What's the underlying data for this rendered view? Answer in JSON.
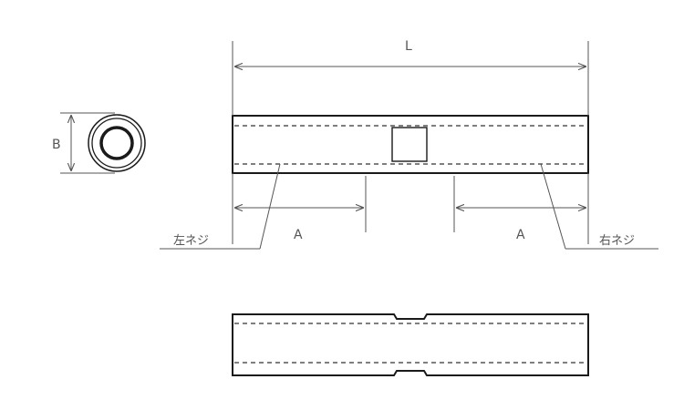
{
  "labels": {
    "length": "L",
    "diameter": "B",
    "thread_length_left": "A",
    "thread_length_right": "A",
    "left_thread": "左ネジ",
    "right_thread": "右ネジ"
  },
  "colors": {
    "outline": "#1a1a1a",
    "hidden_line": "#333333",
    "dimension_line": "#555555"
  }
}
